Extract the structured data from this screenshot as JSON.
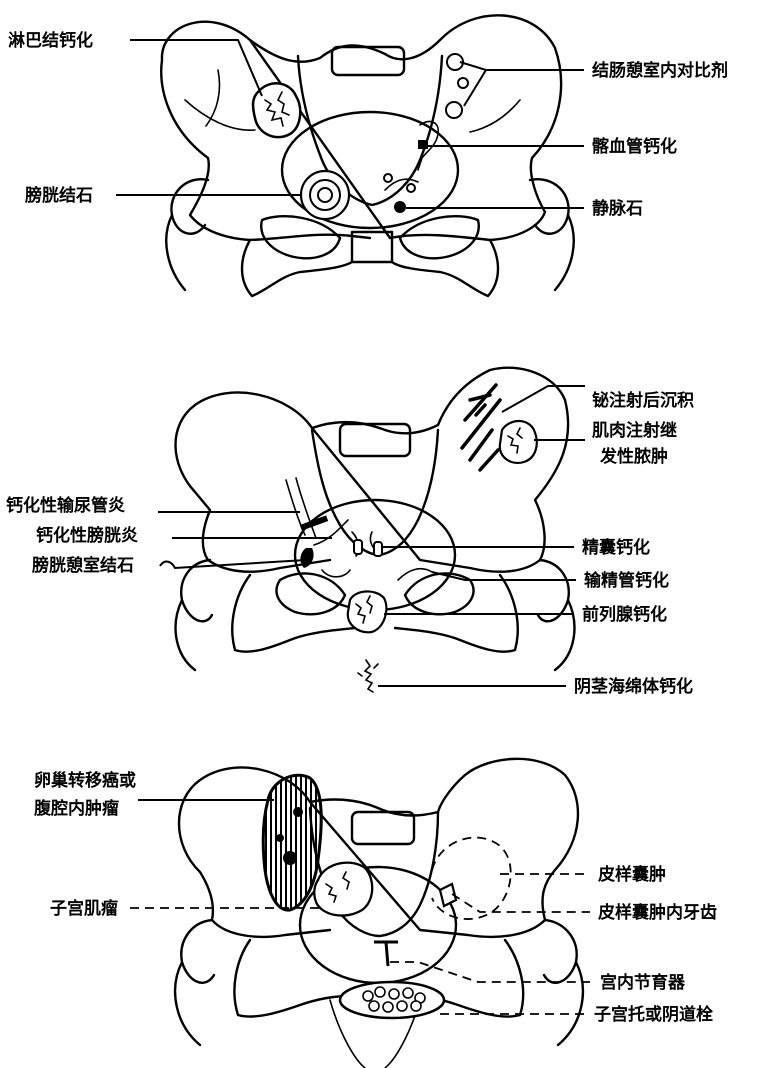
{
  "panel1": {
    "labels": {
      "lymph_calc": "淋巴结钙化",
      "colon_contrast": "结肠憩室内对比剂",
      "iliac_vessel_calc": "髂血管钙化",
      "bladder_stone": "膀胱结石",
      "phlebolith": "静脉石"
    }
  },
  "panel2": {
    "labels": {
      "bismuth_line1": "铋注射后沉积",
      "abscess_line1": "肌肉注射继",
      "abscess_line2": "发性脓肿",
      "ureteritis": "钙化性输尿管炎",
      "cystitis": "钙化性膀胱炎",
      "bladder_diverticulum_stone": "膀胱憩室结石",
      "seminal_vesicle": "精囊钙化",
      "vas_deferens": "输精管钙化",
      "prostate": "前列腺钙化",
      "corpus_cavernosum": "阴茎海绵体钙化"
    }
  },
  "panel3": {
    "labels": {
      "ovarian_line1": "卵巢转移癌或",
      "ovarian_line2": "腹腔内肿瘤",
      "fibroid": "子宫肌瘤",
      "dermoid": "皮样囊肿",
      "dermoid_tooth": "皮样囊肿内牙齿",
      "iud": "宫内节育器",
      "pessary": "子宫托或阴道栓"
    }
  }
}
